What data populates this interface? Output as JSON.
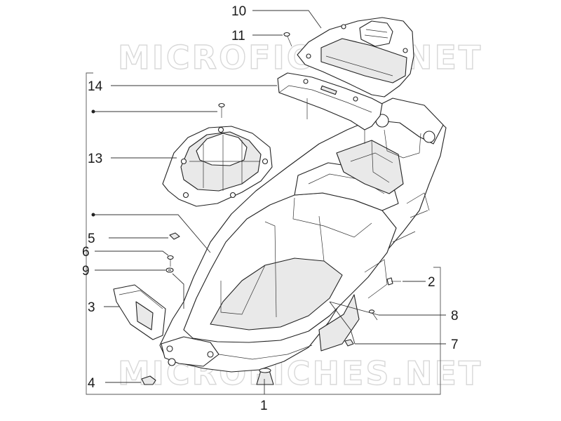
{
  "watermark": "MICROFICHES.NET",
  "callouts": {
    "c1": "1",
    "c2": "2",
    "c3": "3",
    "c4": "4",
    "c5": "5",
    "c6": "6",
    "c7": "7",
    "c8": "8",
    "c9": "9",
    "c10": "10",
    "c11": "11",
    "c13": "13",
    "c14": "14"
  }
}
